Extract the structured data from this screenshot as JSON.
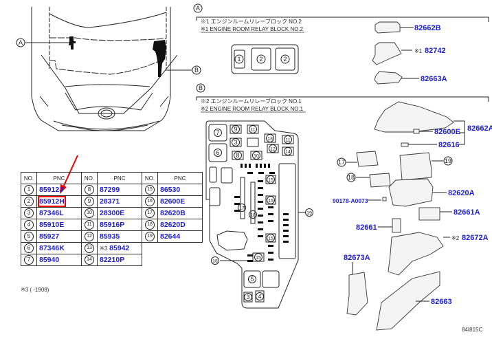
{
  "section_a": {
    "marker": "A",
    "jp": "※1 エンジンルームリレーブロック NO.2",
    "en": "※1 ENGINE ROOM RELAY BLOCK NO.2",
    "slots": [
      "1",
      "2",
      "2"
    ],
    "callouts": [
      {
        "pnc": "82662B",
        "prefix": ""
      },
      {
        "pnc": "82742",
        "prefix": "※1"
      },
      {
        "pnc": "82663A",
        "prefix": ""
      }
    ]
  },
  "section_b": {
    "marker": "B",
    "jp": "※2 エンジンルームリレーブロック NO.1",
    "en": "※2 ENGINE ROOM RELAY BLOCK NO.1",
    "callouts": [
      {
        "pnc": "82662A",
        "prefix": ""
      },
      {
        "pnc": "82600E",
        "prefix": ""
      },
      {
        "pnc": "82616",
        "prefix": ""
      },
      {
        "pnc": "17",
        "prefix": "",
        "circled": true
      },
      {
        "pnc": "19",
        "prefix": "",
        "circled": true
      },
      {
        "pnc": "18",
        "prefix": "",
        "circled": true
      },
      {
        "pnc": "82620A",
        "prefix": ""
      },
      {
        "pnc": "90178-A0073",
        "prefix": ""
      },
      {
        "pnc": "82661A",
        "prefix": ""
      },
      {
        "pnc": "82661",
        "prefix": ""
      },
      {
        "pnc": "82672A",
        "prefix": "※2"
      },
      {
        "pnc": "82673A",
        "prefix": ""
      },
      {
        "pnc": "82663",
        "prefix": ""
      }
    ],
    "fuse_block_labels": [
      "7",
      "9",
      "11",
      "13",
      "11",
      "3",
      "12",
      "14",
      "6",
      "8",
      "10",
      "15",
      "17",
      "18",
      "15",
      "19",
      "15",
      "16",
      "15",
      "5",
      "3",
      "4"
    ]
  },
  "vehicle": {
    "markers": [
      "A",
      "B"
    ]
  },
  "table": {
    "headers": [
      "NO.",
      "PNC",
      "NO.",
      "PNC",
      "NO.",
      "PNC"
    ],
    "columns": [
      [
        {
          "no": "1",
          "pnc": "85912J"
        },
        {
          "no": "2",
          "pnc": "85912H",
          "highlighted": true
        },
        {
          "no": "3",
          "pnc": "87346L"
        },
        {
          "no": "4",
          "pnc": "85910E"
        },
        {
          "no": "5",
          "pnc": "85927"
        },
        {
          "no": "6",
          "pnc": "87346K"
        },
        {
          "no": "7",
          "pnc": "85940"
        }
      ],
      [
        {
          "no": "8",
          "pnc": "87299"
        },
        {
          "no": "9",
          "pnc": "28371"
        },
        {
          "no": "10",
          "pnc": "28300E"
        },
        {
          "no": "11",
          "pnc": "85916P"
        },
        {
          "no": "12",
          "pnc": "85935"
        },
        {
          "no": "13",
          "pnc": "85942",
          "prefix": "※3"
        },
        {
          "no": "14",
          "pnc": "82210P"
        }
      ],
      [
        {
          "no": "15",
          "pnc": "86530"
        },
        {
          "no": "16",
          "pnc": "82600E"
        },
        {
          "no": "17",
          "pnc": "82620B"
        },
        {
          "no": "18",
          "pnc": "82620D"
        },
        {
          "no": "19",
          "pnc": "82644"
        }
      ]
    ]
  },
  "footnote": "※3 (      -1908)",
  "illustration_code": "84I815C",
  "colors": {
    "pnc_blue": "#1a1adb",
    "highlight_red": "#e00000"
  }
}
